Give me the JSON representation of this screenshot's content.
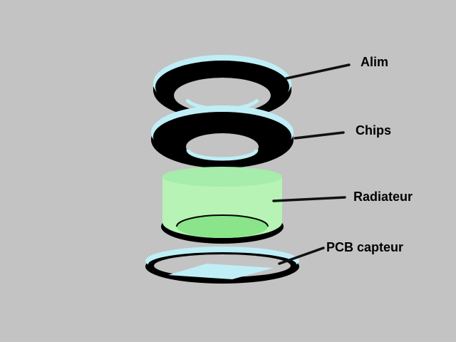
{
  "labels": {
    "alim": "Alim",
    "chips": "Chips",
    "radiateur": "Radiateur",
    "pcb": "PCB capteur"
  },
  "colors": {
    "background": "#c3c3c3",
    "ring_top_face": "#bfeef6",
    "ring_side": "#000000",
    "radiator": "#b6f3b4",
    "radiator_inner": "#8ae489",
    "leader_line": "#111111"
  }
}
